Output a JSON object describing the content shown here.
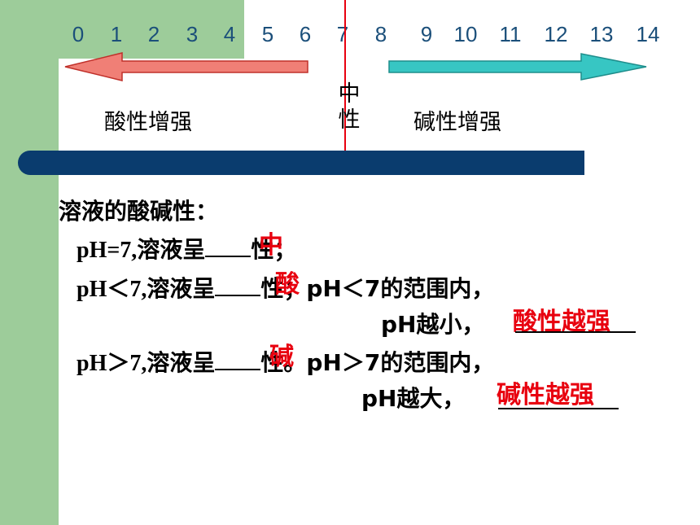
{
  "scale": {
    "numbers": [
      "0",
      "1",
      "2",
      "3",
      "4",
      "5",
      "6",
      "7",
      "8",
      "9",
      "10",
      "11",
      "12",
      "13",
      "14"
    ]
  },
  "labels": {
    "acid": "酸性增强",
    "base": "碱性增强",
    "neutral_top": "中",
    "neutral_bottom": "性"
  },
  "content": {
    "heading": "溶液的酸碱性：",
    "line1_prefix": "pH=7,",
    "line1_cn": "溶液呈",
    "line1_suffix": "性；",
    "line1_answer": "中",
    "line2_prefix": "pH＜7,",
    "line2_cn": "溶液呈",
    "line2_suffix": "性；pH＜7的范围内，",
    "line2_answer": "酸",
    "line3_text": "pH越小，",
    "line3_answer": "酸性越强",
    "line4_prefix": "pH＞7,",
    "line4_cn": "溶液呈",
    "line4_suffix": "性。pH＞7的范围内，",
    "line4_answer": "碱",
    "line5_text": "pH越大，",
    "line5_answer": "碱性越强"
  },
  "colors": {
    "green": "#9dcc9a",
    "navy": "#0a3c6e",
    "acid_arrow": "#f07f76",
    "base_arrow": "#37c6c3",
    "answer_red": "#e8000f",
    "scale_blue": "#1b4f7a"
  }
}
